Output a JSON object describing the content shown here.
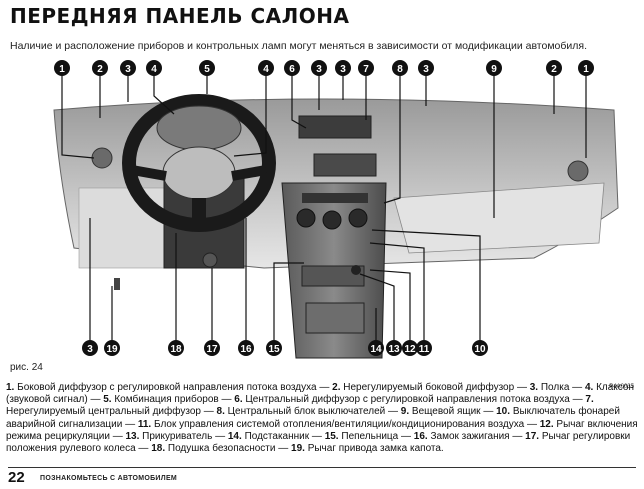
{
  "title": "ПЕРЕДНЯЯ ПАНЕЛЬ САЛОНА",
  "subtitle": "Наличие и расположение приборов и контрольных ламп могут меняться в зависимости от модификации автомобиля.",
  "figure": {
    "label": "рис. 24",
    "code": "P4A0035",
    "callouts_top": [
      "1",
      "2",
      "3",
      "4",
      "5",
      "4",
      "6",
      "3",
      "3",
      "7",
      "8",
      "3",
      "9",
      "2",
      "1"
    ],
    "callouts_bottom": [
      "3",
      "19",
      "18",
      "17",
      "16",
      "15",
      "14",
      "13",
      "12",
      "11",
      "10"
    ]
  },
  "caption": {
    "items": [
      {
        "num": "1.",
        "text": "Боковой диффузор с регулировкой направления потока воздуха — "
      },
      {
        "num": "2.",
        "text": "Нерегулируемый боковой диффузор — "
      },
      {
        "num": "3.",
        "text": "Полка — "
      },
      {
        "num": "4.",
        "text": "Клаксон (звуковой сигнал) — "
      },
      {
        "num": "5.",
        "text": "Комбинация приборов — "
      },
      {
        "num": "6.",
        "text": "Центральный диффузор с регулировкой направления потока воздуха — "
      },
      {
        "num": "7.",
        "text": "Нерегулируемый центральный диффузор — "
      },
      {
        "num": "8.",
        "text": "Центральный блок выключателей — "
      },
      {
        "num": "9.",
        "text": "Вещевой ящик — "
      },
      {
        "num": "10.",
        "text": "Выключатель фонарей аварийной сигнализации — "
      },
      {
        "num": "11.",
        "text": "Блок управления системой отопления/вентиляции/кондиционирования воздуха — "
      },
      {
        "num": "12.",
        "text": "Рычаг включения режима рециркуляции — "
      },
      {
        "num": "13.",
        "text": "Прикуриватель — "
      },
      {
        "num": "14.",
        "text": "Подстаканник — "
      },
      {
        "num": "15.",
        "text": "Пепельница — "
      },
      {
        "num": "16.",
        "text": "Замок зажигания — "
      },
      {
        "num": "17.",
        "text": "Рычаг регулировки положения рулевого колеса — "
      },
      {
        "num": "18.",
        "text": "Подушка безопасности — "
      },
      {
        "num": "19.",
        "text": "Рычаг привода замка капота."
      }
    ]
  },
  "footer": {
    "page_number": "22",
    "section": "ПОЗНАКОМЬТЕСЬ С АВТОМОБИЛЕМ"
  }
}
